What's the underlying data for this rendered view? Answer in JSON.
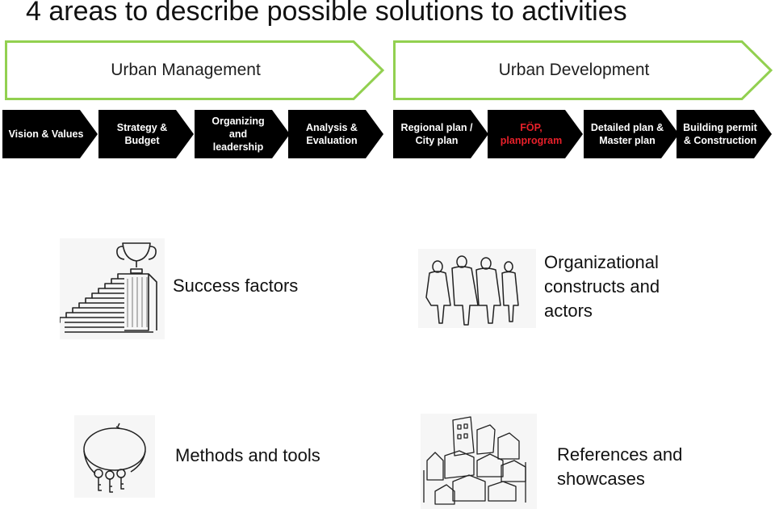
{
  "title": "4 areas to describe possible solutions to activities",
  "phases": [
    {
      "label": "Urban Management"
    },
    {
      "label": "Urban Development"
    }
  ],
  "steps": [
    {
      "label": "Vision & Values"
    },
    {
      "label": "Strategy & Budget"
    },
    {
      "label": "Organizing and leadership"
    },
    {
      "label": "Analysis & Evaluation"
    },
    {
      "label": "Regional plan / City plan"
    },
    {
      "label": "FÖP, planprogram",
      "color": "#e8202a"
    },
    {
      "label": "Detailed plan & Master plan"
    },
    {
      "label": "Building permit & Construction"
    }
  ],
  "areas": [
    {
      "label": "Success factors",
      "icon": "trophy-stairs-icon"
    },
    {
      "label": "Organizational constructs and actors",
      "icon": "people-sketch-icon"
    },
    {
      "label": "Methods and tools",
      "icon": "keyring-icon"
    },
    {
      "label": "References and showcases",
      "icon": "houses-sketch-icon"
    }
  ],
  "colors": {
    "phase_border": "#92d050",
    "step_fill": "#000000",
    "highlight_text": "#e8202a"
  }
}
